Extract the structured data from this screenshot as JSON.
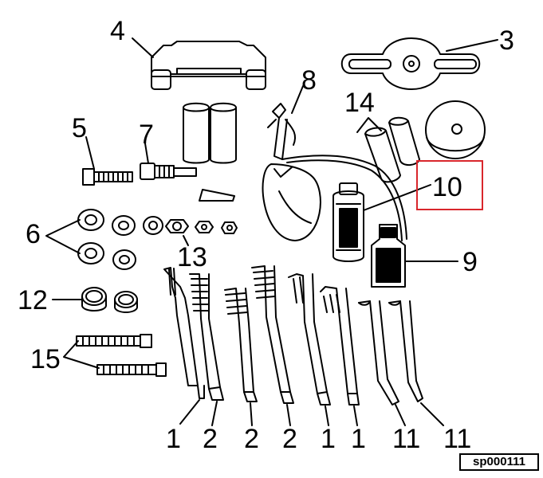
{
  "diagram": {
    "callouts": {
      "c1": "1",
      "c2": "2",
      "c3": "3",
      "c4": "4",
      "c5": "5",
      "c6": "6",
      "c7": "7",
      "c8": "8",
      "c9": "9",
      "c10": "10",
      "c11": "11",
      "c12": "12",
      "c13": "13",
      "c14": "14",
      "c15": "15"
    },
    "bottom_row": [
      "1",
      "2",
      "2",
      "2",
      "1",
      "1",
      "11",
      "11"
    ],
    "figure_code": "sp000111",
    "highlight_color": "#d9262c"
  }
}
